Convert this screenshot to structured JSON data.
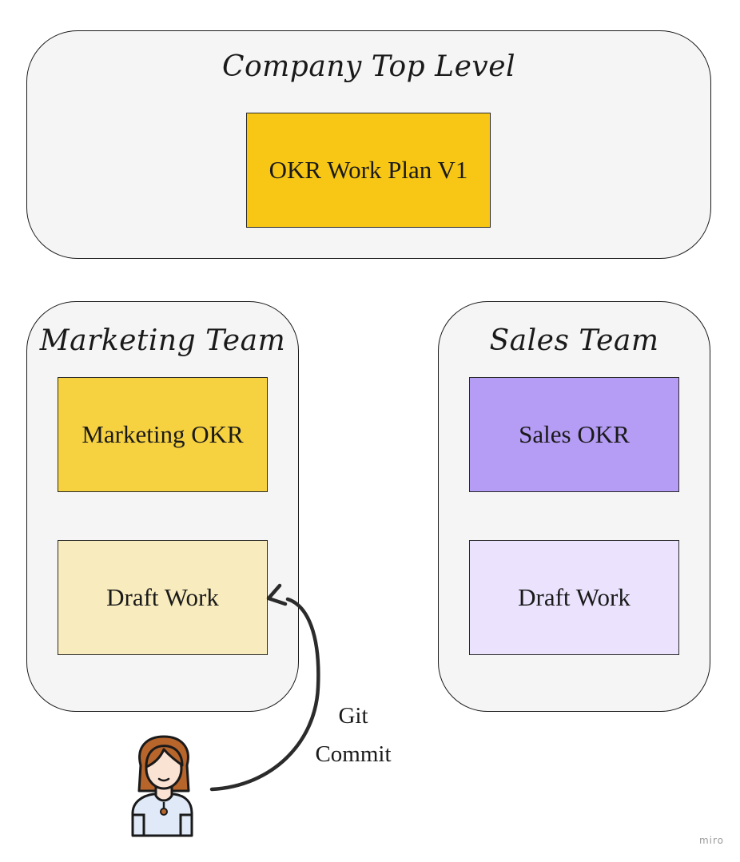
{
  "frames": {
    "company": {
      "title": "Company Top Level"
    },
    "marketing": {
      "title": "Marketing Team"
    },
    "sales": {
      "title": "Sales Team"
    }
  },
  "stickies": {
    "okr_plan": {
      "label": "OKR Work Plan V1",
      "color": "#f8c715"
    },
    "marketing_okr": {
      "label": "Marketing OKR",
      "color": "#f6d140"
    },
    "marketing_draft": {
      "label": "Draft Work",
      "color": "#f8ebbd"
    },
    "sales_okr": {
      "label": "Sales OKR",
      "color": "#b59cf5"
    },
    "sales_draft": {
      "label": "Draft Work",
      "color": "#ebe3fd"
    }
  },
  "connector": {
    "label_line1": "Git",
    "label_line2": "Commit"
  },
  "person": {
    "icon": "person-icon"
  },
  "brand": "miro"
}
